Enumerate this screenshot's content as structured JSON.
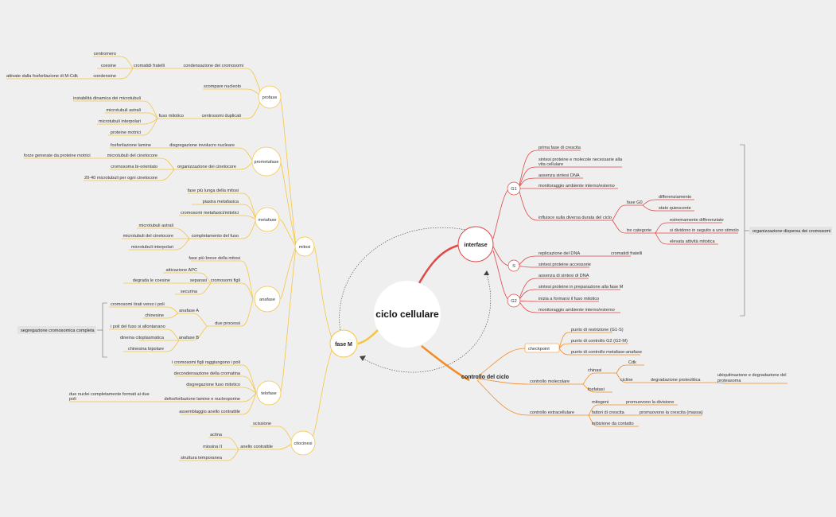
{
  "center": "ciclo cellulare",
  "interfase": {
    "title": "interfase",
    "g1": {
      "label": "G1",
      "items": [
        "prima fase di crescita",
        "sintesi proteine e molecole necessarie alla",
        "vita cellulare",
        "assenza sintesi DNA",
        "monitoraggio ambiente interno/esterno",
        "influisce sulla diversa durata del ciclo"
      ],
      "g0": "fase G0",
      "g0_items": [
        "differenziamento",
        "stato quiescente"
      ],
      "tre": "tre categorie",
      "tre_items": [
        "estremamente differenziate",
        "si dividono in seguito a uno stimolo",
        "elevata attività mitotica"
      ]
    },
    "s": {
      "label": "S",
      "items": [
        "replicazione del DNA",
        "sintesi proteine accessorie"
      ],
      "sub": "cromatidi fratelli"
    },
    "g2": {
      "label": "G2",
      "items": [
        "assenza di sintesi di DNA",
        "sintesi proteine in preparazione alla fase M",
        "inizia a formarsi il fuso mitotico",
        "monitoraggio ambiente interno/esterno"
      ]
    },
    "summary": "organizzazione dispersa dei cromosomi"
  },
  "controllo": {
    "title": "controllo del ciclo",
    "checkpoint": "checkpoint",
    "checkpoint_items": [
      "punto di restrizione (G1-S)",
      "punto di controllo G2 (G2-M)",
      "punto di controllo metafase-anafase"
    ],
    "molecolare": "controllo molecolare",
    "chinasi": "chinasi",
    "cdk": "Cdk",
    "cicline": "cicline",
    "degradazione": "degradazione proteolitica",
    "ubiq1": "ubiquitinazione e degradazione del",
    "ubiq2": "proteasoma",
    "fosfatasi": "fosfatasi",
    "extra": "controllo extracellulare",
    "mitogeni": "mitogeni",
    "mitogeni_sub": "promuovono la divisione",
    "fattori": "fattori di crescita",
    "fattori_sub": "promuovono la crescita (massa)",
    "inibizione": "inibizione da contatto"
  },
  "fasem": {
    "title": "fase M",
    "mitosi": "mitosi",
    "profase": {
      "title": "profase",
      "condensazione": "condensazione dei cromosomi",
      "cromatidi": "cromatidi fratelli",
      "cromatidi_items": [
        "centromero",
        "coesine",
        "condensine"
      ],
      "attivate": "attivate dalla fosforilazione di M-Cdk",
      "nucleolo": "scompare nucleolo",
      "centrosomi": "centrosomi duplicati",
      "fuso": "fuso mitotico",
      "fuso_items": [
        "instabilità dinamica dei microtubuli",
        "microtubuli astrali",
        "microtubuli interpolari",
        "proteine motrici"
      ]
    },
    "prometafase": {
      "title": "prometafase",
      "disgregazione": "disgregazione involucro nucleare",
      "fosforilazione": "fosforilazione lamine",
      "organizzazione": "organizzazione dei cinetocore",
      "org_items": [
        "microtubuli del cinetocore",
        "cromosoma bi-orientato",
        "20-40 microtubuli per ogni cinetocore"
      ],
      "forze": "forze generate da proteine motrici"
    },
    "metafase": {
      "title": "metafase",
      "items": [
        "fase più lunga della mitosi",
        "piastra metafasica",
        "cromosomi metafasici/mitotici"
      ],
      "completamento": "completamento del fuso",
      "comp_items": [
        "microtubuli astrali",
        "microtubuli del cinetocore",
        "microtubuli interpolari"
      ]
    },
    "anafase": {
      "title": "anafase",
      "breve": "fase più breve della mitosi",
      "figli": "cromosomi figli",
      "apc": "attivazione APC",
      "separasi": "separasi",
      "degrada": "degrada le coesine",
      "securina": "securina",
      "due": "due processi",
      "a": "anafase A",
      "a_items": [
        "cromosomi tirati verso i poli",
        "chinesine"
      ],
      "b": "anafase B",
      "b_items": [
        "i poli del fuso si allontanano",
        "dineina citoplasmatica",
        "chinesina bipolare"
      ],
      "segregazione": "segregazione cromosomica completa"
    },
    "telofase": {
      "title": "telofase",
      "items": [
        "i cromosomi figli raggiungono i poli",
        "decondensazione della cromatina",
        "disgregazione fuso mitotico",
        "defosforilazione lamine e nucleoporine",
        "assemblaggio anello contrattile"
      ],
      "nuclei1": "due nuclei completamente formati ai due",
      "nuclei2": "poli"
    },
    "citocinesi": {
      "title": "citocinesi",
      "scissione": "scissione",
      "anello": "anello contrattile",
      "anello_items": [
        "actina",
        "miosina II",
        "struttura temporanea"
      ]
    }
  },
  "colors": {
    "red": "#e04848",
    "orange": "#f28c28",
    "yellow": "#f5c542"
  }
}
